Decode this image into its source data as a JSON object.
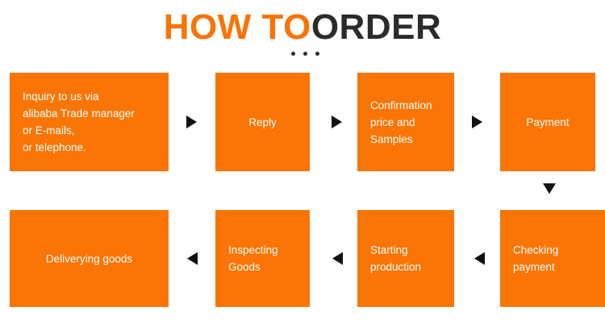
{
  "title": {
    "part_orange": "HOW TO ",
    "part_dark": "ORDER",
    "dots_count": 3,
    "orange_hex": "#F97306",
    "dark_hex": "#2B2B2B"
  },
  "theme": {
    "box_fill_hex": "#FA7505",
    "box_text_hex": "#FFFFFF",
    "arrow_hex": "#111111",
    "background_hex": "#FFFFFF"
  },
  "flow": {
    "steps": [
      {
        "id": "inquiry",
        "label": "Inquiry to us via\nalibaba Trade manager\nor E-mails,\nor telephone.",
        "row": 1,
        "order": 1
      },
      {
        "id": "reply",
        "label": "Reply",
        "row": 1,
        "order": 2
      },
      {
        "id": "confirmation",
        "label": "Confirmation\nprice and\nSamples",
        "row": 1,
        "order": 3
      },
      {
        "id": "payment",
        "label": "Payment",
        "row": 1,
        "order": 4
      },
      {
        "id": "checking",
        "label": "Checking\npayment",
        "row": 2,
        "order": 5
      },
      {
        "id": "starting",
        "label": "Starting\nproduction",
        "row": 2,
        "order": 6
      },
      {
        "id": "inspecting",
        "label": "Inspecting\nGoods",
        "row": 2,
        "order": 7
      },
      {
        "id": "delivering",
        "label": "Deliverying goods",
        "row": 2,
        "order": 8
      }
    ],
    "connectors": [
      {
        "id": "arrow-1",
        "direction": "right",
        "from": "inquiry",
        "to": "reply"
      },
      {
        "id": "arrow-2",
        "direction": "right",
        "from": "reply",
        "to": "confirmation"
      },
      {
        "id": "arrow-3",
        "direction": "right",
        "from": "confirmation",
        "to": "payment"
      },
      {
        "id": "arrow-4",
        "direction": "down",
        "from": "payment",
        "to": "checking"
      },
      {
        "id": "arrow-5",
        "direction": "left",
        "from": "checking",
        "to": "starting"
      },
      {
        "id": "arrow-6",
        "direction": "left",
        "from": "starting",
        "to": "inspecting"
      },
      {
        "id": "arrow-7",
        "direction": "left",
        "from": "inspecting",
        "to": "delivering"
      }
    ]
  }
}
